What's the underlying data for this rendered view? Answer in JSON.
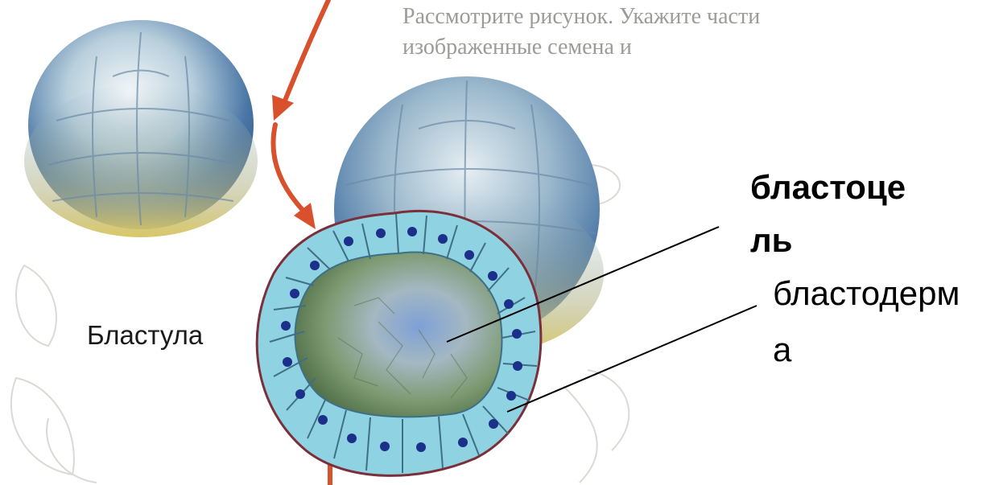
{
  "labels": {
    "blastula": "Бластула",
    "blastocoel_line1": "бластоце",
    "blastocoel_line2": "ль",
    "blastoderm_line1": "бластодерм",
    "blastoderm_line2": "а"
  },
  "background_text": {
    "line1": "Рассмотрите рисунок. Укажите части",
    "line2": "изображенные семена и"
  },
  "colors": {
    "arrow": "#d9502c",
    "cell_fill": "#8fd2e2",
    "cell_outline": "#3f6f86",
    "nucleus": "#1c2f8a",
    "cavity": "#6c8a63",
    "embryo_blue": "#4a76a6",
    "embryo_yellow": "#d9c867"
  }
}
